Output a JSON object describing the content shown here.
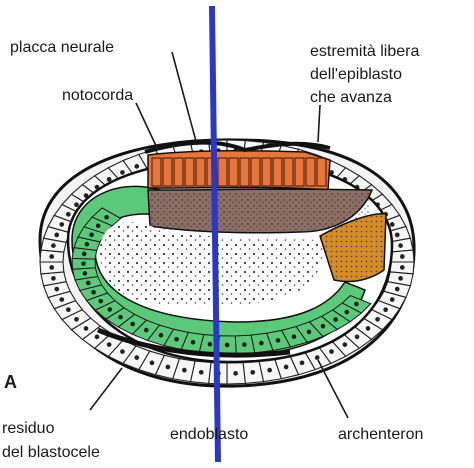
{
  "labels": {
    "placca": "placca neurale",
    "notocorda": "notocorda",
    "estremita_1": "estremità libera",
    "estremita_2": "dell'epiblasto",
    "estremita_3": "che avanza",
    "figure_letter": "A",
    "residuo_1": "residuo",
    "residuo_2": "del blastocele",
    "endoblasto": "endoblasto",
    "archenteron": "archenteron"
  },
  "colors": {
    "neural_plate": "#e8763a",
    "notochord": "#8b6f66",
    "endoderm": "#5cc97a",
    "advancing_epiblast": "#d48b2a",
    "outline": "#111111",
    "overlay_line": "#2b37c9"
  }
}
